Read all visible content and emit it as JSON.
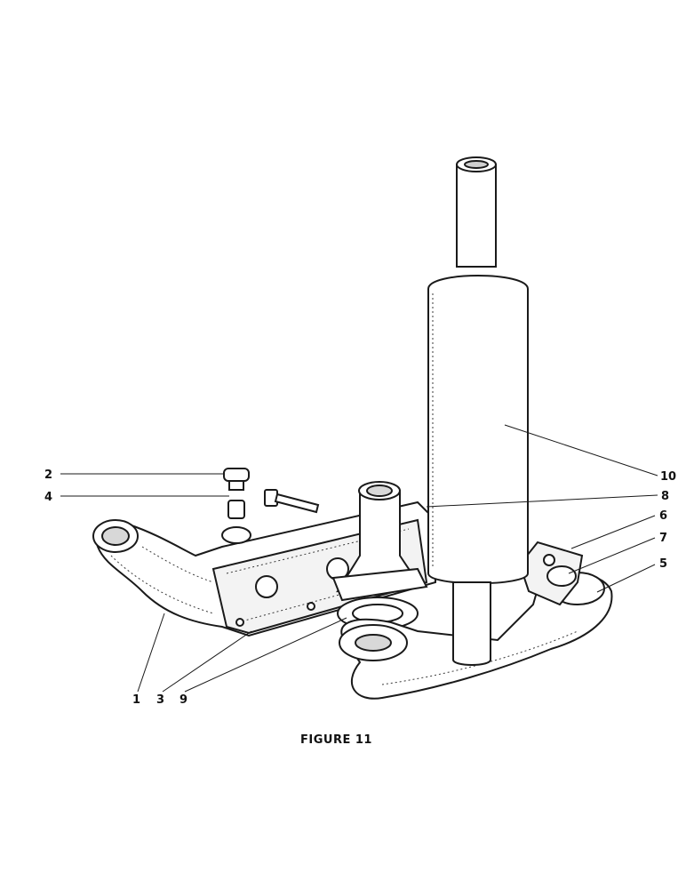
{
  "figure": {
    "caption": "FIGURE 11"
  },
  "callouts": [
    {
      "id": "c1",
      "label": "1"
    },
    {
      "id": "c2",
      "label": "2"
    },
    {
      "id": "c3",
      "label": "3"
    },
    {
      "id": "c4",
      "label": "4"
    },
    {
      "id": "c5",
      "label": "5"
    },
    {
      "id": "c6",
      "label": "6"
    },
    {
      "id": "c7",
      "label": "7"
    },
    {
      "id": "c8",
      "label": "8"
    },
    {
      "id": "c9",
      "label": "9"
    },
    {
      "id": "c10",
      "label": "10"
    }
  ],
  "colors": {
    "ink": "#1a1a1a",
    "paper": "#ffffff"
  }
}
